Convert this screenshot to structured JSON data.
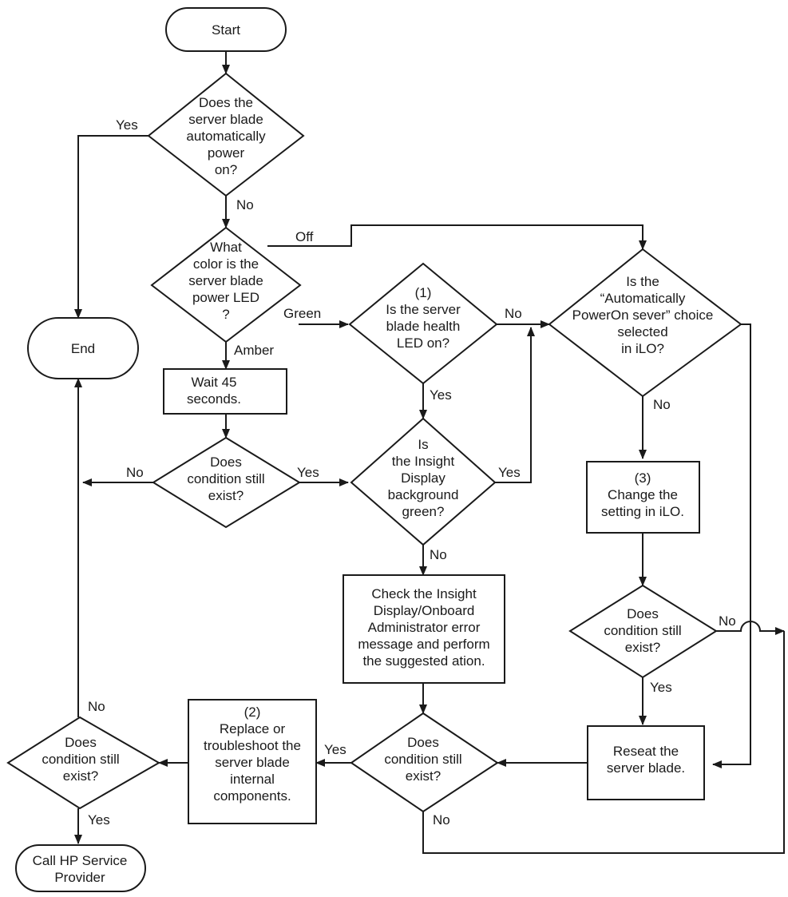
{
  "nodes": {
    "start": [
      "Start"
    ],
    "auto_power": [
      "Does the",
      "server blade",
      "automatically",
      "power",
      "on?"
    ],
    "led_color": [
      "What",
      "color is the",
      "server blade",
      "power LED",
      "?"
    ],
    "end": [
      "End"
    ],
    "wait": [
      "Wait 45",
      "seconds."
    ],
    "cond1": [
      "Does",
      "condition still",
      "exist?"
    ],
    "health_led": [
      "(1)",
      "Is the server",
      "blade health",
      "LED on?"
    ],
    "insight_green": [
      "Is",
      "the Insight",
      "Display",
      "background",
      "green?"
    ],
    "check_insight": [
      "Check the Insight",
      "Display/Onboard",
      "Administrator error",
      "message and perform",
      "the suggested ation."
    ],
    "auto_power_ilo": [
      "Is the",
      "“Automatically",
      "PowerOn sever” choice",
      "selected",
      "in iLO?"
    ],
    "change_setting": [
      "(3)",
      "Change the",
      "setting in iLO."
    ],
    "cond2": [
      "Does",
      "condition still",
      "exist?"
    ],
    "reseat": [
      "Reseat the",
      "server blade."
    ],
    "cond3": [
      "Does",
      "condition still",
      "exist?"
    ],
    "replace": [
      "(2)",
      "Replace or",
      "troubleshoot the",
      "server blade",
      "internal",
      "components."
    ],
    "cond4": [
      "Does",
      "condition still",
      "exist?"
    ],
    "call_hp": [
      "Call HP Service",
      "Provider"
    ]
  },
  "edge_labels": {
    "yes_auto": "Yes",
    "no_auto": "No",
    "off": "Off",
    "green": "Green",
    "amber": "Amber",
    "no_health": "No",
    "yes_health": "Yes",
    "no_cond1": "No",
    "yes_cond1": "Yes",
    "yes_insight": "Yes",
    "no_insight": "No",
    "no_ilo": "No",
    "no_cond2": "No",
    "yes_cond2": "Yes",
    "yes_cond3": "Yes",
    "no_cond3": "No",
    "no_cond4": "No",
    "yes_cond4": "Yes"
  }
}
